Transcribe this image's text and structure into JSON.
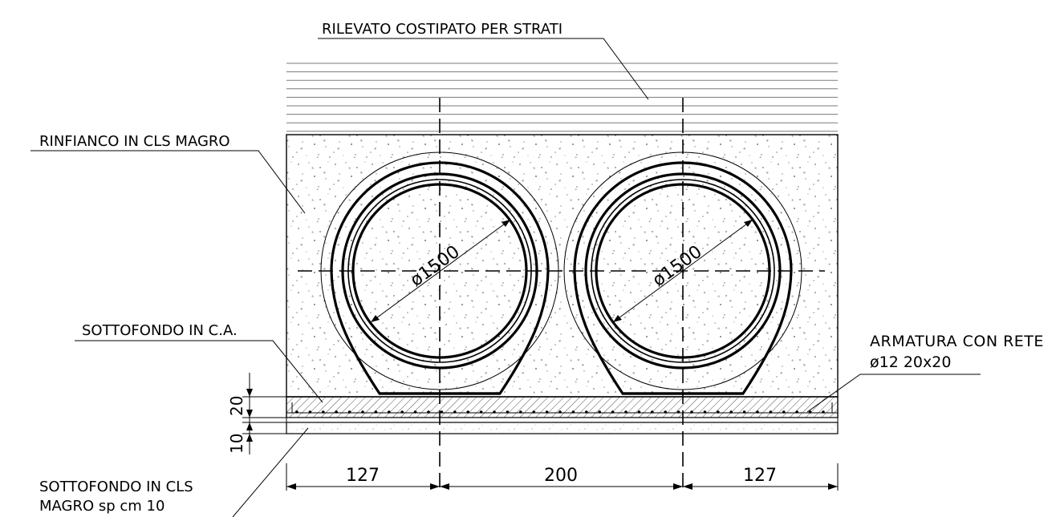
{
  "labels": {
    "rilevato": "RILEVATO COSTIPATO PER STRATI",
    "rinfianco": "RINFIANCO IN CLS MAGRO",
    "sottofondo_ca": "SOTTOFONDO IN C.A.",
    "armatura_line1": "ARMATURA CON RETE",
    "armatura_line2": "ø12 20x20",
    "sottofondo_cls_line1": "SOTTOFONDO IN CLS",
    "sottofondo_cls_line2": "MAGRO sp cm 10"
  },
  "pipes": [
    {
      "diameter_label": "ø1500"
    },
    {
      "diameter_label": "ø1500"
    }
  ],
  "dimensions": {
    "horizontal": [
      "127",
      "200",
      "127"
    ],
    "vertical": [
      "20",
      "10"
    ]
  }
}
